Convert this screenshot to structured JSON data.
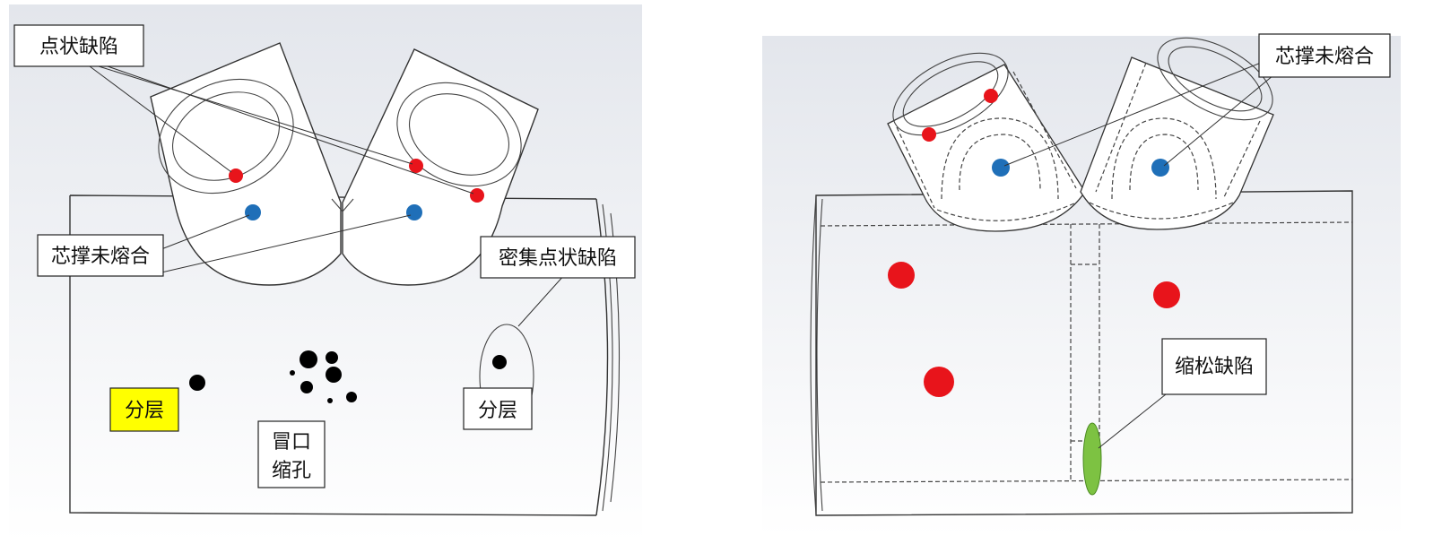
{
  "left_panel": {
    "labels": {
      "point_defect": "点状缺陷",
      "chaplet_unfused": "芯撑未熔合",
      "dense_point_defect": "密集点状缺陷",
      "delamination_yellow": "分层",
      "riser_shrinkage_line1": "冒口",
      "riser_shrinkage_line2": "缩孔",
      "delamination": "分层"
    }
  },
  "right_panel": {
    "labels": {
      "chaplet_unfused": "芯撑未熔合",
      "shrinkage_porosity": "缩松缺陷"
    }
  },
  "colors": {
    "red_defect": "#e8141b",
    "blue_chaplet": "#1f6fb8",
    "black_defect": "#000000",
    "green_shrinkage": "#7dc242",
    "highlight_yellow": "#ffff00"
  }
}
